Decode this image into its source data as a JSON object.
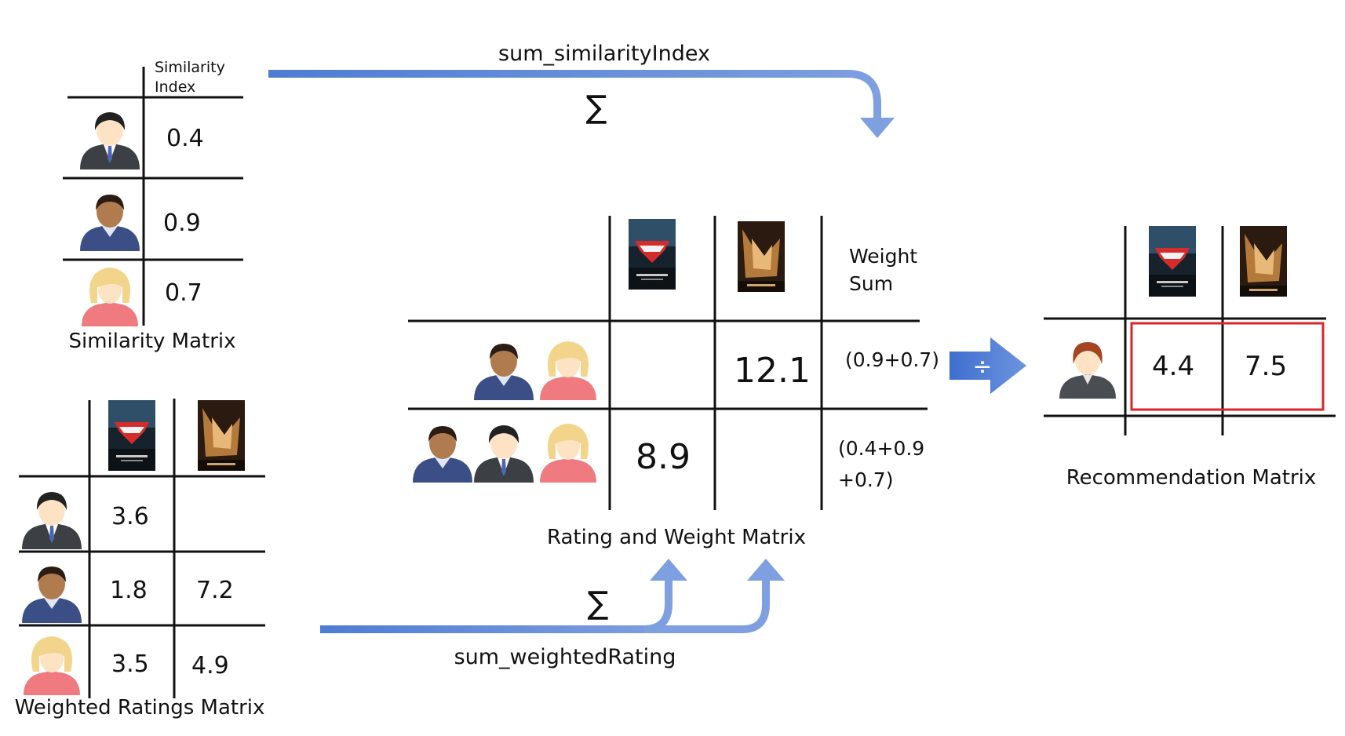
{
  "colors": {
    "arrow": "#5b86d6",
    "arrow_light": "#a9c1ec",
    "highlight": "#d9262b",
    "skin_light": "#fde3c4",
    "skin_dark": "#b07b4f",
    "hair_dark": "#222222",
    "hair_blond": "#f2d58a",
    "suit_grey": "#3c4044",
    "suit_blue": "#3b4f86",
    "shirt_red": "#ef7a80",
    "hair_red": "#a54420"
  },
  "arrows": {
    "top_label": "sum_similarityIndex",
    "top_symbol": "∑",
    "bottom_label": "sum_weightedRating",
    "bottom_symbol": "∑",
    "divide_symbol": "÷"
  },
  "similarity_matrix": {
    "header": [
      "Similarity",
      "Index"
    ],
    "rows": [
      {
        "avatar": "man-dark-hair-avatar-icon",
        "value": "0.4"
      },
      {
        "avatar": "man-tan-skin-avatar-icon",
        "value": "0.9"
      },
      {
        "avatar": "woman-blond-avatar-icon",
        "value": "0.7"
      }
    ],
    "caption": "Similarity Matrix"
  },
  "weighted_ratings_matrix": {
    "columns": [
      "batman-v-superman-poster-icon",
      "batman-begins-poster-icon"
    ],
    "rows": [
      {
        "avatar": "man-dark-hair-avatar-icon",
        "values": [
          "3.6",
          ""
        ]
      },
      {
        "avatar": "man-tan-skin-avatar-icon",
        "values": [
          "1.8",
          "7.2"
        ]
      },
      {
        "avatar": "woman-blond-avatar-icon",
        "values": [
          "3.5",
          "4.9"
        ]
      }
    ],
    "caption": "Weighted Ratings Matrix"
  },
  "rating_weight_matrix": {
    "columns": [
      "batman-v-superman-poster-icon",
      "batman-begins-poster-icon"
    ],
    "weight_header": [
      "Weight",
      "Sum"
    ],
    "rows": [
      {
        "values": [
          "",
          "12.1"
        ],
        "weight": [
          "(0.9+0.7)"
        ]
      },
      {
        "values": [
          "8.9",
          ""
        ],
        "weight": [
          "(0.4+0.9",
          "+0.7)"
        ]
      }
    ],
    "caption": "Rating and Weight Matrix"
  },
  "recommendation_matrix": {
    "columns": [
      "batman-v-superman-poster-icon",
      "batman-begins-poster-icon"
    ],
    "avatar": "woman-red-hair-avatar-icon",
    "values": [
      "4.4",
      "7.5"
    ],
    "caption": "Recommendation Matrix"
  }
}
